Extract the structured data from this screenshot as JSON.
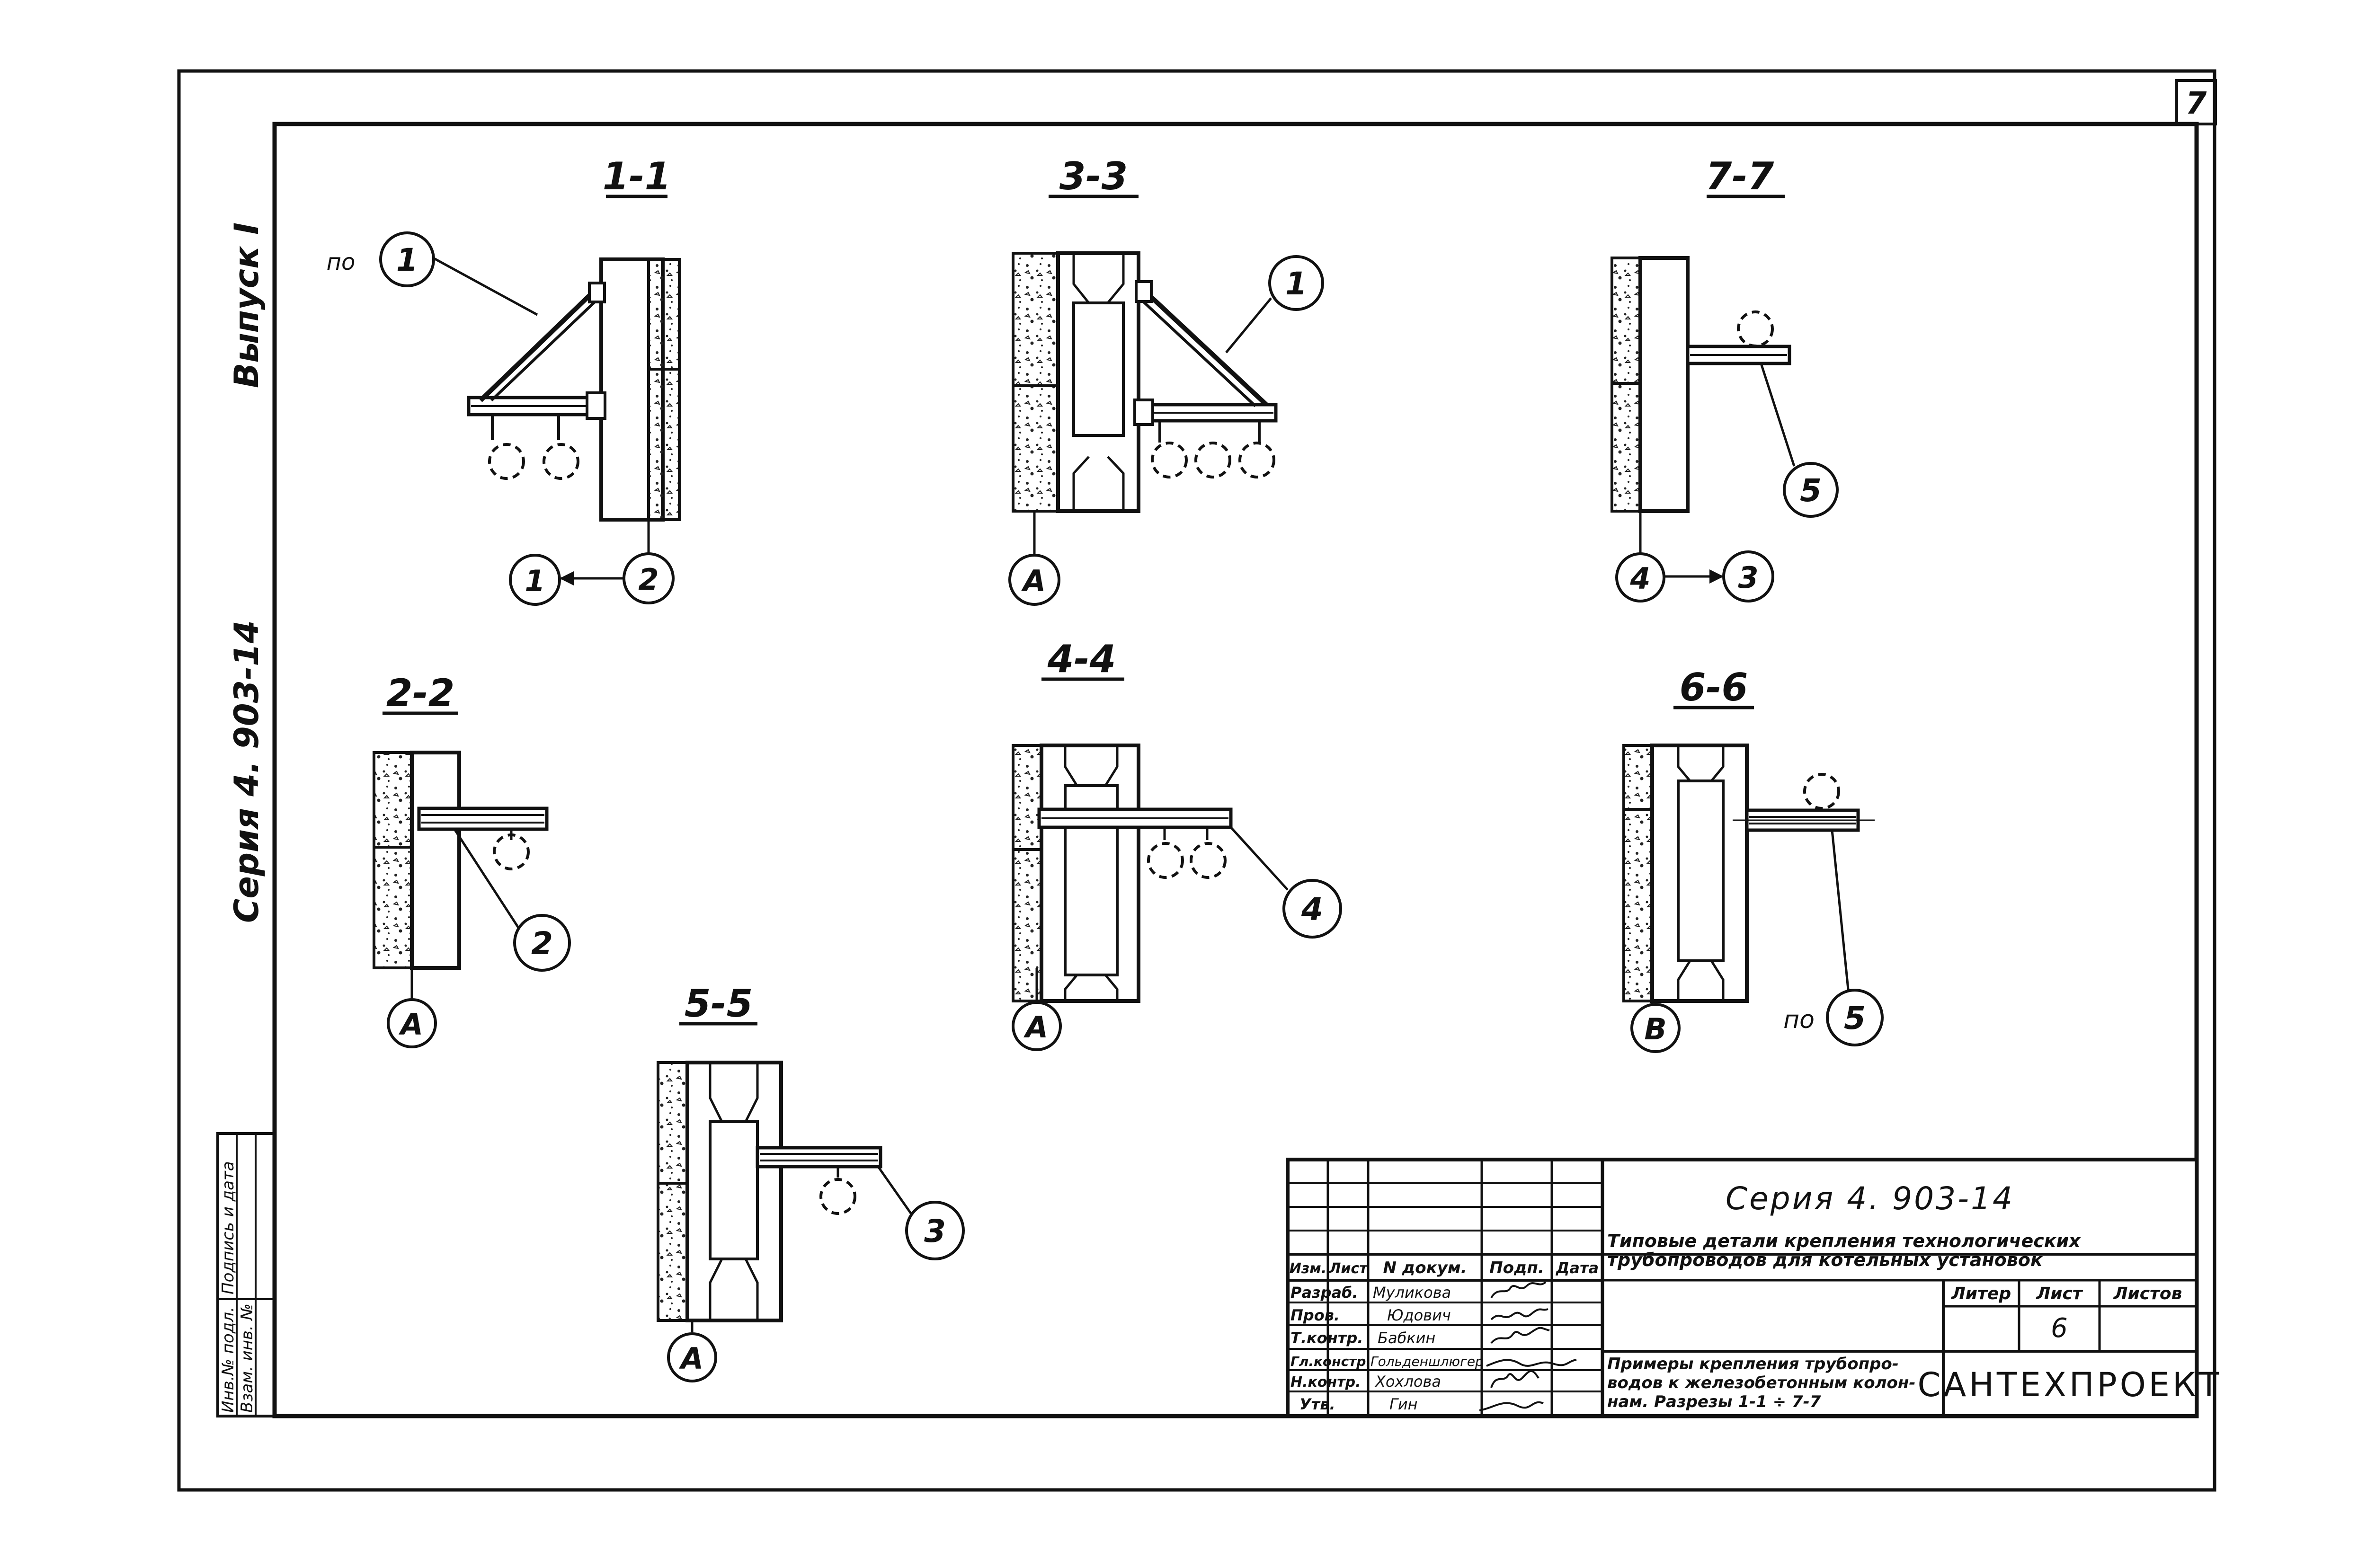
{
  "sheet": {
    "page_number": "7",
    "side_issue": "Выпуск I",
    "side_series": "Серия 4. 903-14",
    "side_stamp": [
      "Инв.№ подл.",
      "Подпись и дата",
      "Взам. инв. №"
    ]
  },
  "sections": [
    {
      "id": "1-1",
      "title": "1-1",
      "pre_label": "по",
      "callout": "1",
      "axes": [
        "1",
        "2"
      ]
    },
    {
      "id": "3-3",
      "title": "3-3",
      "callout": "1",
      "axis": "А"
    },
    {
      "id": "7-7",
      "title": "7-7",
      "callout": "5",
      "axes": [
        "4",
        "3"
      ]
    },
    {
      "id": "2-2",
      "title": "2-2",
      "callout": "2",
      "axis": "А"
    },
    {
      "id": "4-4",
      "title": "4-4",
      "callout": "4",
      "axis": "А"
    },
    {
      "id": "6-6",
      "title": "6-6",
      "pre_label": "по",
      "callout": "5",
      "axis": "В"
    },
    {
      "id": "5-5",
      "title": "5-5",
      "callout": "3",
      "axis": "А"
    }
  ],
  "title_block": {
    "series": "Серия 4. 903-14",
    "header_cols": [
      "Изм.",
      "Лист",
      "N докум.",
      "Подп.",
      "Дата"
    ],
    "people": [
      {
        "role": "Разраб.",
        "name": "Муликова"
      },
      {
        "role": "Пров.",
        "name": "Юдович"
      },
      {
        "role": "Т.контр.",
        "name": "Бабкин"
      },
      {
        "role": "Гл.констр.",
        "name": "Гольденшлюгер"
      },
      {
        "role": "Н.контр.",
        "name": "Хохлова"
      },
      {
        "role": "Утв.",
        "name": "Гин"
      }
    ],
    "project_title": [
      "Типовые детали крепления технологических",
      "трубопроводов для котельных установок"
    ],
    "drawing_title": [
      "Примеры крепления трубопро-",
      "водов к железобетонным колон-",
      "нам. Разрезы 1-1 ÷ 7-7"
    ],
    "litera_label": "Литер",
    "sheet_label": "Лист",
    "sheets_label": "Листов",
    "sheet_value": "6",
    "organization": "САНТЕХПРОЕКТ"
  }
}
